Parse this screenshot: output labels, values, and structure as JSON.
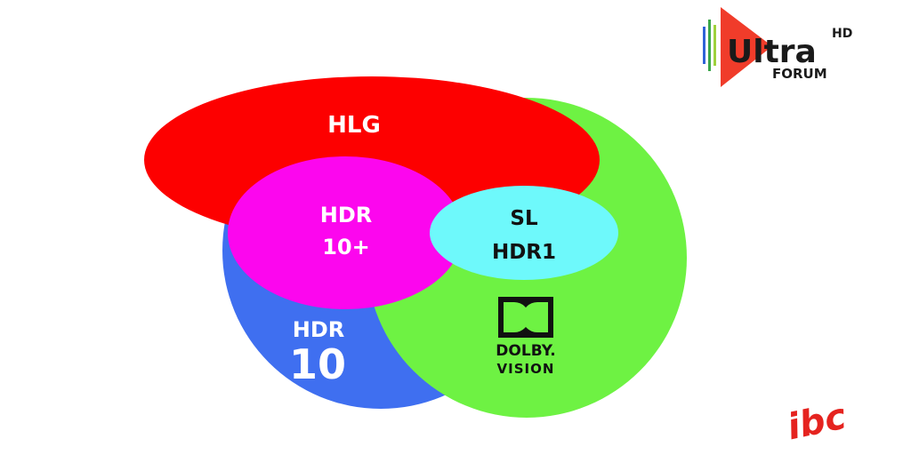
{
  "diagram": {
    "sets": [
      {
        "id": "hdr10",
        "color": "#3f6ff0"
      },
      {
        "id": "dolby",
        "color": "#6ef243"
      },
      {
        "id": "hlg",
        "color": "#fd0000"
      },
      {
        "id": "hdr10plus",
        "color": "#fc06ee"
      },
      {
        "id": "slhdr1",
        "color": "#6ef9fb"
      }
    ],
    "labels": {
      "hlg": "HLG",
      "hdr10plus_line1": "HDR",
      "hdr10plus_line2": "10+",
      "slhdr1_line1": "SL",
      "slhdr1_line2": "HDR1",
      "hdr10_line1": "HDR",
      "hdr10_line2": "10",
      "dolby_line1": "DOLBY.",
      "dolby_line2": "VISION"
    },
    "label_colors": {
      "light": "#ffffff",
      "dark": "#111111"
    }
  },
  "logos": {
    "ultrahd": {
      "word": "Ultra",
      "hd": "HD",
      "forum": "FORUM",
      "play_color": "#f03c2a",
      "bar_colors": [
        "#2f63d6",
        "#3aa64a",
        "#9ed13b"
      ]
    },
    "ibc": {
      "text": "ibc",
      "color": "#e5231f"
    }
  }
}
